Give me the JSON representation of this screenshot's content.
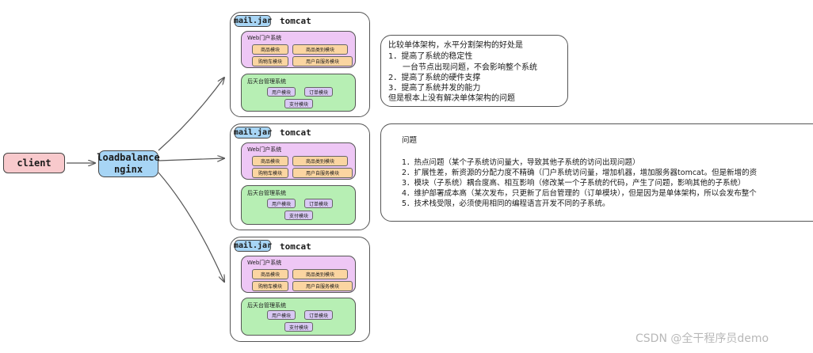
{
  "client": "client",
  "loadbalance": {
    "line1": "loadbalance",
    "line2": "nginx"
  },
  "servers": [
    {
      "jar": "mail.jar",
      "container": "tomcat"
    },
    {
      "jar": "mail.jar",
      "container": "tomcat"
    },
    {
      "jar": "mail.jar",
      "container": "tomcat"
    }
  ],
  "web_system": {
    "title": "Web门户系统",
    "modules": [
      "商品模块",
      "商品类别模块",
      "购物车模块",
      "用户自服务模块"
    ]
  },
  "admin_system": {
    "title": "后天台管理系统",
    "modules": [
      "用户模块",
      "订单模块",
      "支付模块"
    ]
  },
  "advantages": {
    "lines": [
      "比较单体架构，水平分割架构的好处是",
      "1．提高了系统的稳定性",
      "一台节点出现问题，不会影响整个系统",
      "2．提高了系统的硬件支撑",
      "3．提高了系统并发的能力",
      "但是根本上没有解决单体架构的问题"
    ]
  },
  "problems": {
    "title": "问题",
    "lines": [
      "1．热点问题（某个子系统访问量大，导致其他子系统的访问出现问题）",
      "2．扩展性差，新资源的分配力度不精确（门户系统访问量，增加机器，增加服务器tomcat。但是新增的资",
      "3．模块（子系统）耦合度高、相互影响（修改某一个子系统的代码，产生了问题，影响其他的子系统）",
      "4．维护部署成本高（某次发布，只更新了后台管理的（订单模块），但是因为是单体架构，所以会发布整个",
      "5．技术栈受限，必须使用相同的编程语言开发不同的子系统。"
    ]
  },
  "watermark": "CSDN @全干程序员demo"
}
